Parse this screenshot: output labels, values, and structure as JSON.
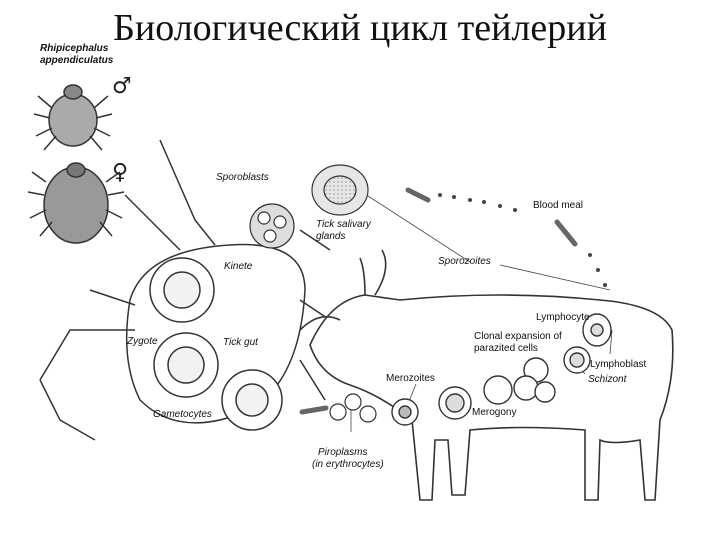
{
  "title": "Биологический цикл тейлерий",
  "tick": {
    "species_line1": "Rhipicephalus",
    "species_line2": "appendiculatus",
    "male_symbol": "♂",
    "female_symbol": "♀"
  },
  "labels": {
    "sporoblasts": "Sporoblasts",
    "tick_salivary_line1": "Tick salivary",
    "tick_salivary_line2": "glands",
    "kinete": "Kinete",
    "zygote": "Zygote",
    "tick_gut": "Tick gut",
    "gametocytes": "Gametocytes",
    "sporozoites": "Sporozoites",
    "blood_meal": "Blood meal",
    "lymphocyte": "Lymphocyte",
    "clonal_line1": "Clonal expansion of",
    "clonal_line2": "parazited cells",
    "lymphoblast": "Lymphoblast",
    "schizont": "Schizont",
    "merozoites": "Merozoites",
    "merogony": "Merogony",
    "piroplasms_line1": "Piroplasms",
    "piroplasms_line2": "(in erythrocytes)"
  }
}
